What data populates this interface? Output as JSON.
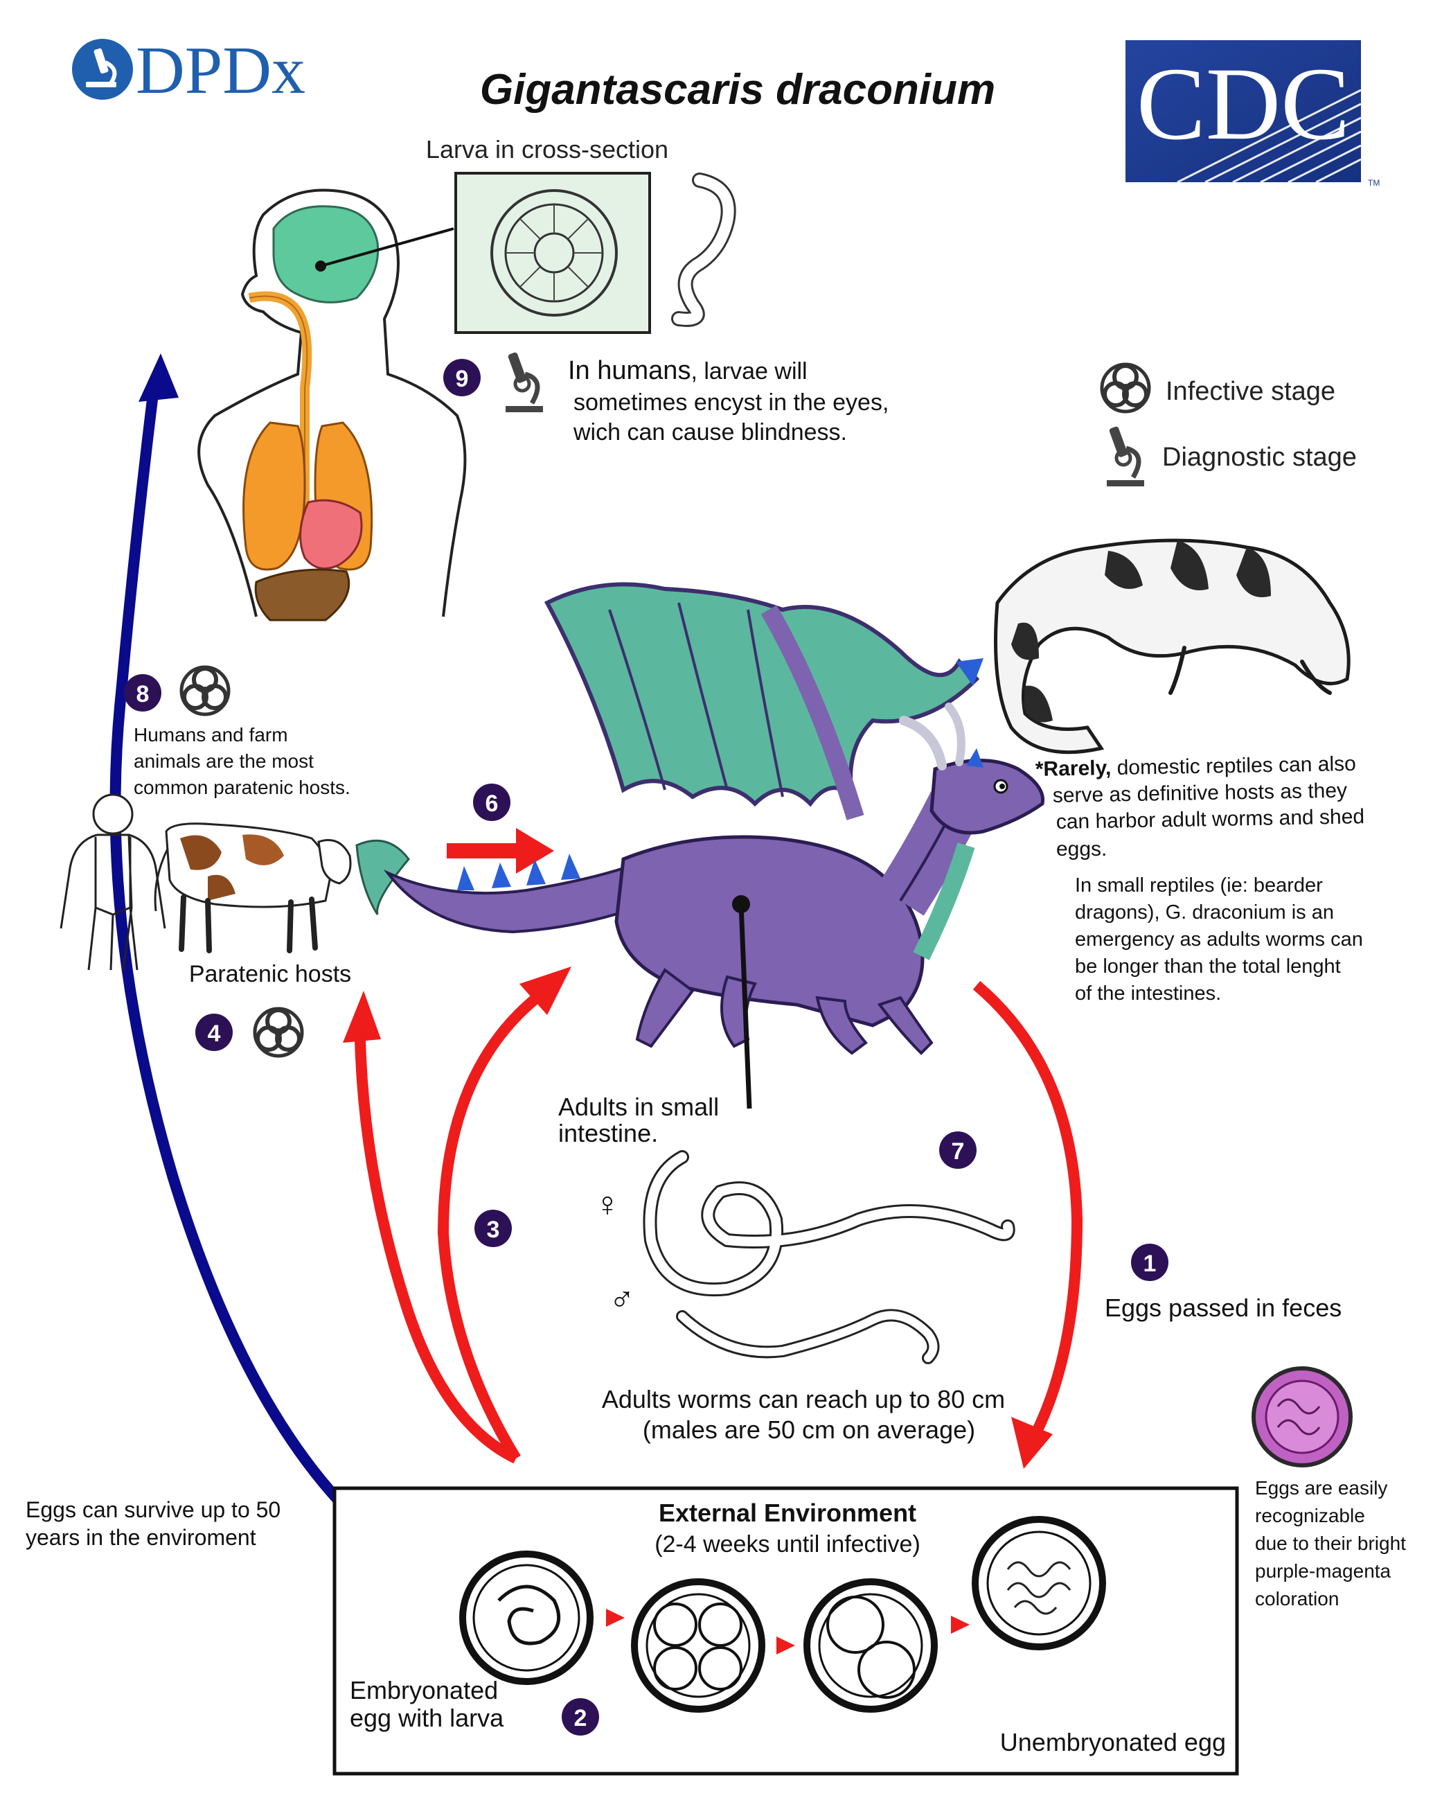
{
  "header": {
    "dpdx_logo_text": "DPDx",
    "title": "Gigantascaris draconium",
    "cdc_logo_text": "CDC",
    "tm_mark": "TM"
  },
  "legend": {
    "infective_label": "Infective stage",
    "diagnostic_label": "Diagnostic stage"
  },
  "larva": {
    "crosssection_label": "Larva in cross-section"
  },
  "step9": {
    "number": "9",
    "lead": "In humans",
    "line1": ", larvae will",
    "line2": "sometimes encyst in the eyes,",
    "line3": "wich can cause blindness."
  },
  "step8": {
    "number": "8",
    "line1": "Humans and farm",
    "line2": "animals are the most",
    "line3": "common paratenic hosts."
  },
  "paratenic": {
    "label": "Paratenic hosts"
  },
  "step4": {
    "number": "4"
  },
  "step6": {
    "number": "6"
  },
  "reptile_note": {
    "line1a": "*Rarely,",
    "line1b": " domestic reptiles can also",
    "line2": "serve as definitive hosts as they",
    "line3": "can harbor adult worms and shed",
    "line4": "eggs."
  },
  "small_reptile_note": {
    "line1": "In small reptiles (ie: bearder",
    "line2": "dragons), G. draconium is an",
    "line3": "emergency as adults worms can",
    "line4": "be longer than the total lenght",
    "line5": "of the intestines."
  },
  "adults": {
    "line1": "Adults in small",
    "line2": "intestine.",
    "female_symbol": "♀",
    "male_symbol": "♂",
    "size_line1": "Adults worms can reach up to 80 cm",
    "size_line2": "(males are 50 cm on average)"
  },
  "step7": {
    "number": "7"
  },
  "step3": {
    "number": "3"
  },
  "step1": {
    "number": "1",
    "label": "Eggs passed in feces"
  },
  "step2": {
    "number": "2"
  },
  "environment": {
    "title": "External Environment",
    "subtitle": "(2-4 weeks until infective)",
    "embryonated_line1": "Embryonated",
    "embryonated_line2": "egg with larva",
    "unembryonated": "Unembryonated egg"
  },
  "survival_note": {
    "line1": "Eggs can survive up to 50",
    "line2": "years in the enviroment"
  },
  "egg_note": {
    "line1": "Eggs are easily",
    "line2": "recognizable",
    "line3": "due to their bright",
    "line4": "purple-magenta",
    "line5": "coloration"
  },
  "colors": {
    "arrow_red": "#ef1c1c",
    "arrow_blue": "#0a0a8c",
    "step_badge": "#2d1157",
    "dragon_body": "#7d63b0",
    "dragon_wing": "#5bb89e",
    "dpdx_blue": "#1f5fae",
    "cdc_blue": "#1c3b96",
    "egg_magenta": "#c062c4"
  }
}
